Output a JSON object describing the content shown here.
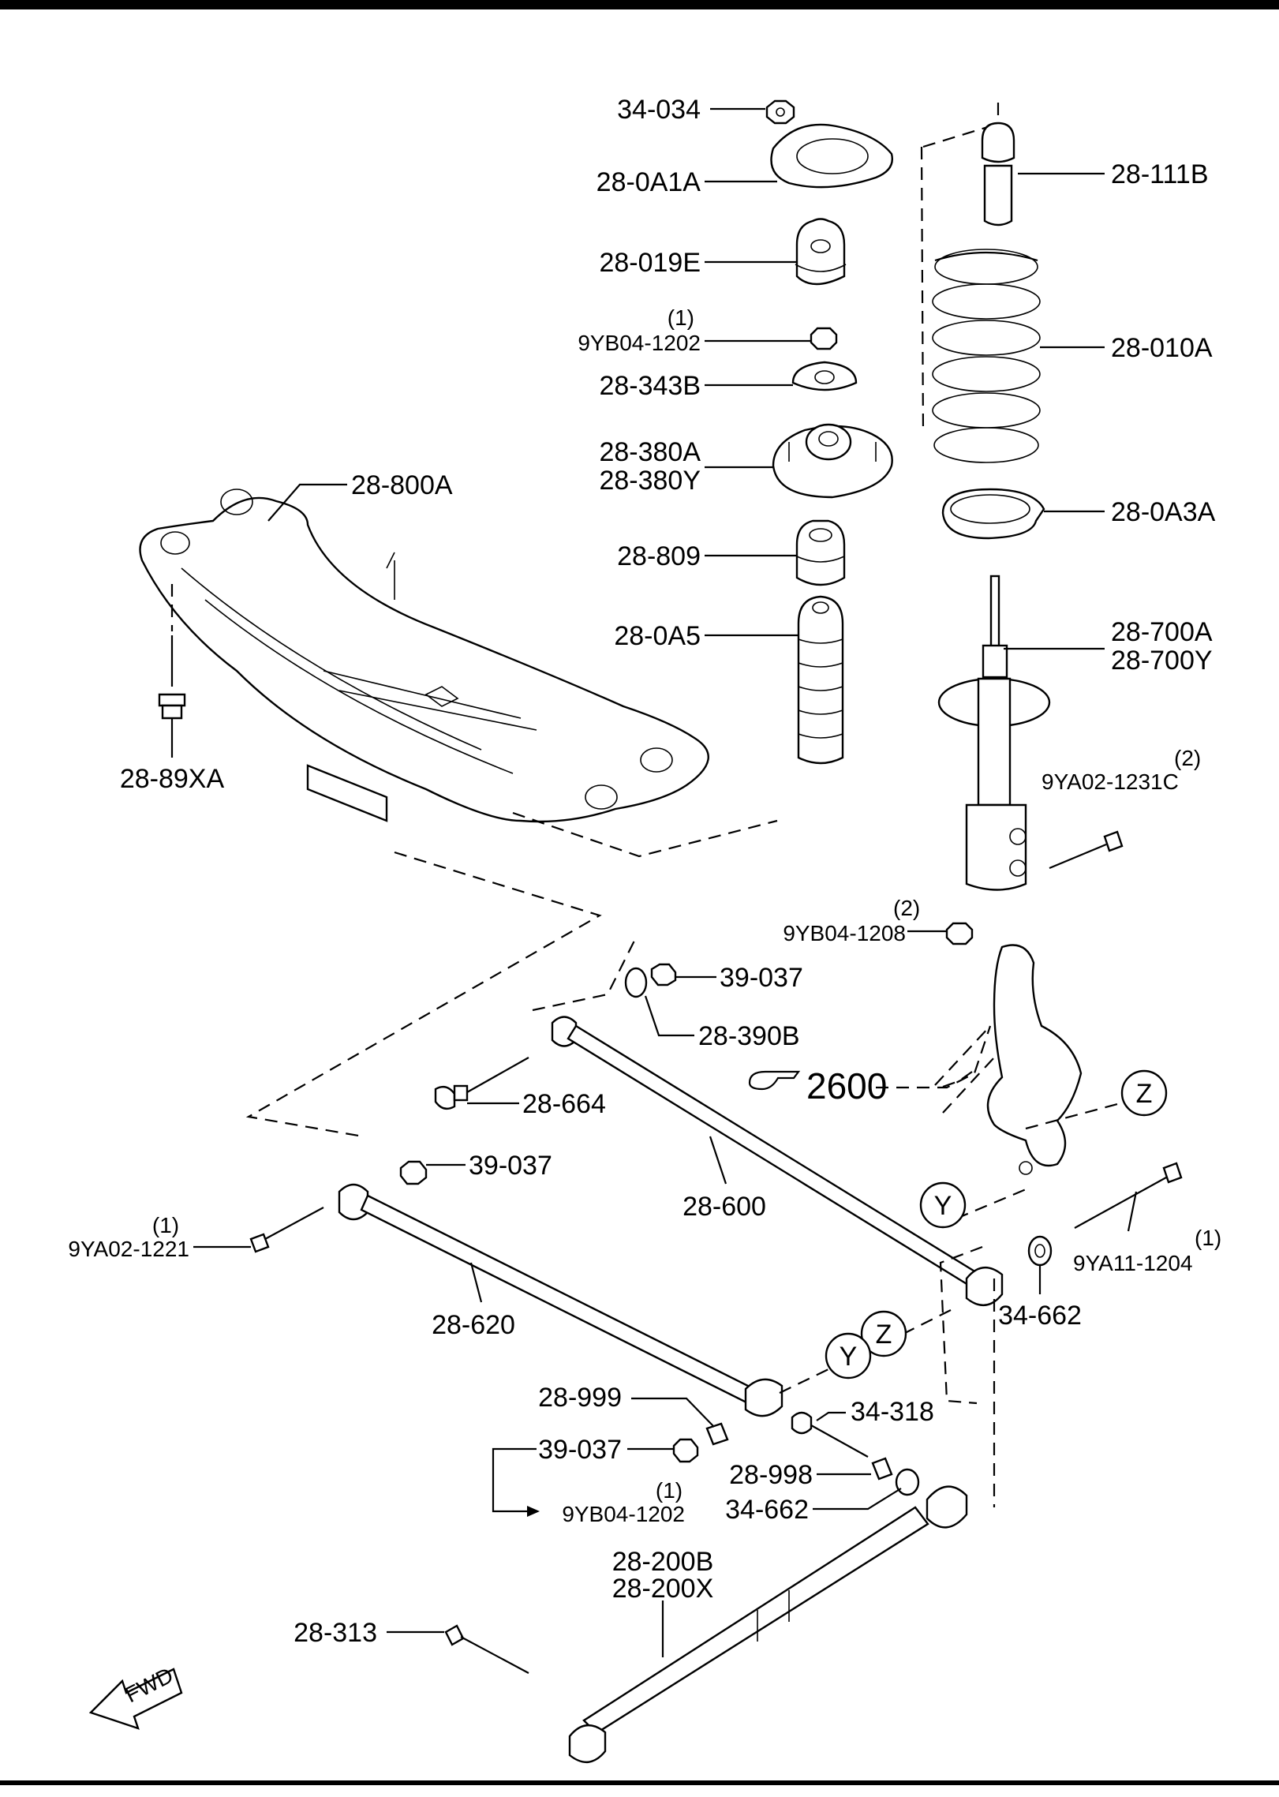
{
  "labels": {
    "p34_034": "34-034",
    "p28_0A1A": "28-0A1A",
    "p28_019E": "28-019E",
    "q1a": "(1)",
    "p9YB04_1202a": "9YB04-1202",
    "p28_343B": "28-343B",
    "p28_380A": "28-380A",
    "p28_380Y": "28-380Y",
    "p28_809": "28-809",
    "p28_0A5": "28-0A5",
    "p28_111B": "28-111B",
    "p28_010A": "28-010A",
    "p28_0A3A": "28-0A3A",
    "p28_700A": "28-700A",
    "p28_700Y": "28-700Y",
    "q2a": "(2)",
    "p9YA02_1231C": "9YA02-1231C",
    "q2b": "(2)",
    "p9YB04_1208": "9YB04-1208",
    "p28_800A": "28-800A",
    "p28_89XA": "28-89XA",
    "p39_037a": "39-037",
    "p28_390B": "28-390B",
    "ref2600": "2600",
    "p28_664": "28-664",
    "p39_037b": "39-037",
    "p28_600": "28-600",
    "q1b": "(1)",
    "p9YA02_1221": "9YA02-1221",
    "p28_620": "28-620",
    "q1c": "(1)",
    "p9YA11_1204": "9YA11-1204",
    "p34_662a": "34-662",
    "p28_999": "28-999",
    "p34_318": "34-318",
    "p39_037c": "39-037",
    "p28_998": "28-998",
    "q1d": "(1)",
    "p9YB04_1202b": "9YB04-1202",
    "p34_662b": "34-662",
    "p28_200B": "28-200B",
    "p28_200X": "28-200X",
    "p28_313": "28-313",
    "z1": "Z",
    "y1": "Y",
    "z2": "Z",
    "y2": "Y",
    "fwd": "FWD"
  }
}
